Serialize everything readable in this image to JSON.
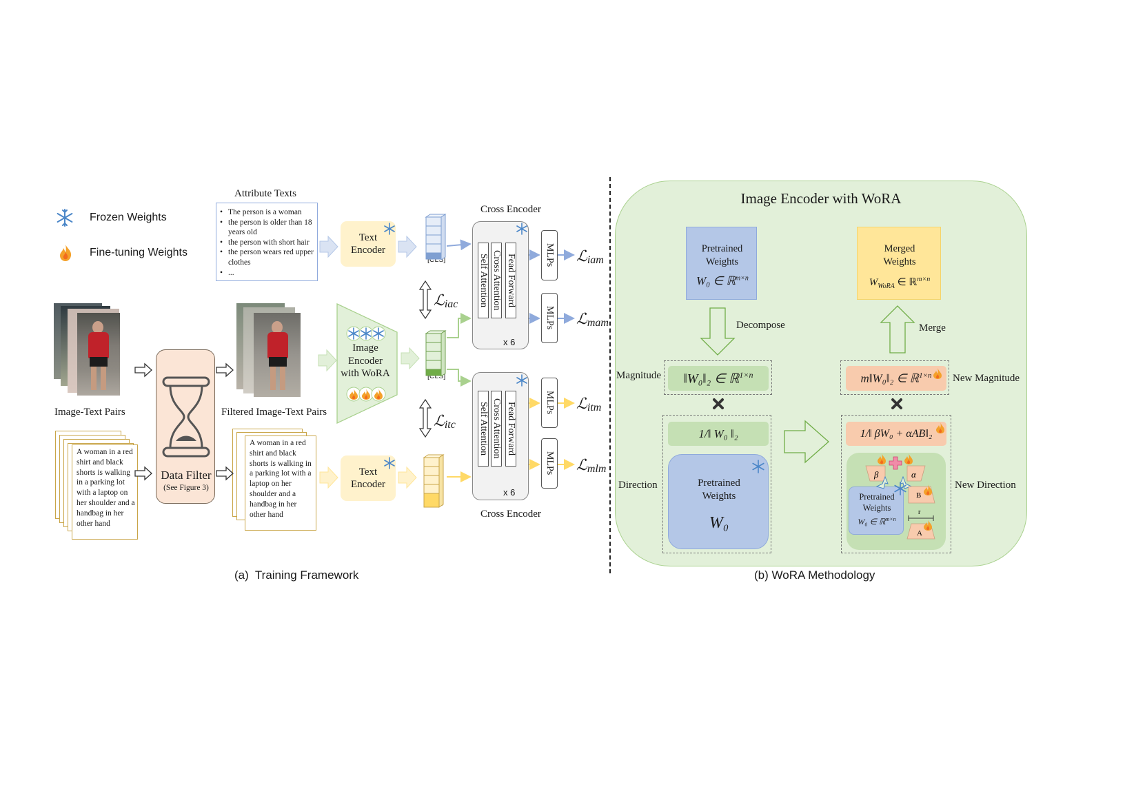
{
  "legend": {
    "frozen": "Frozen Weights",
    "finetune": "Fine-tuning Weights"
  },
  "left": {
    "attribute_title": "Attribute Texts",
    "attributes": [
      "The person is a woman",
      "the person is older than 18 years old",
      "the person with short hair",
      "the person wears red upper clothes",
      "..."
    ],
    "text_encoder": "Text Encoder",
    "image_encoder": "Image Encoder with WoRA",
    "image_text_pairs": "Image-Text Pairs",
    "filtered_pairs": "Filtered Image-Text Pairs",
    "data_filter": "Data Filter",
    "data_filter_sub": "(See Figure 3)",
    "caption_raw": "A woman in a red shirt and black shorts is walking in a parking lot with a laptop on her shoulder and a handbag in her other hand",
    "caption_filtered": "A woman in a red shirt and black shorts is walking in a parking lot with a laptop on her shoulder and a handbag in her other hand",
    "cls": "[CLS]",
    "cross_encoder": "Cross Encoder",
    "self_attention": "Self Attention",
    "cross_attention": "Cross Attention",
    "feed_forward": "Fead Forward",
    "times6": "x 6",
    "mlps": "MLPs",
    "loss_iam": "iam",
    "loss_mam": "mam",
    "loss_itm": "itm",
    "loss_mlm": "mlm",
    "loss_iac": "iac",
    "loss_itc": "itc",
    "loss_symbol": "ℒ",
    "caption": "(a)  Training Framework"
  },
  "right": {
    "title": "Image Encoder with WoRA",
    "pretrained": "Pretrained Weights",
    "w0_in": "W₀ ∈ ℝ",
    "mxn": "m×n",
    "merged": "Merged Weights",
    "wwora": "W",
    "wora_sub": "WoRA",
    "decompose": "Decompose",
    "merge": "Merge",
    "magnitude": "Magnitude",
    "new_magnitude": "New Magnitude",
    "direction": "Direction",
    "new_direction": "New Direction",
    "mag_formula": "‖W₀‖₂ ∈ ℝ",
    "one_x_n": "1×n",
    "new_mag_formula": "m‖W₀‖₂ ∈ ℝ",
    "dir_formula": "1/‖ W₀ ‖₂",
    "new_dir_formula": "1/‖ βW₀ + αAB‖₂",
    "w0": "W₀",
    "w0_small": "W₀ ∈ ℝ",
    "beta": "β",
    "alpha": "α",
    "B": "B",
    "A": "A",
    "r": "r",
    "caption": "(b) WoRA Methodology"
  },
  "colors": {
    "blue_box": "#b4c7e7",
    "yellow_box": "#ffe699",
    "green_bg": "#e2f0d9",
    "green_box": "#c5e0b4",
    "orange_box": "#f8cbad",
    "text_enc": "#fff2cc",
    "data_filter": "#fbe5d6",
    "arrow_blue": "#8faadc",
    "arrow_green": "#a9d18e",
    "arrow_yellow": "#ffd966"
  }
}
